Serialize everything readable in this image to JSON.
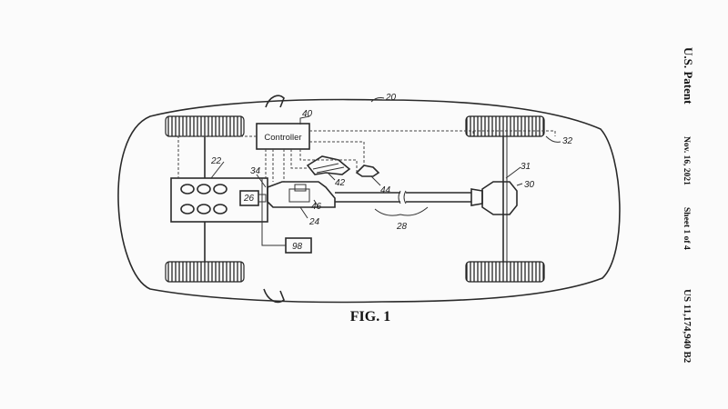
{
  "figure_label": "FIG. 1",
  "header": {
    "left": "U.S. Patent",
    "date": "Nov. 16, 2021",
    "sheet": "Sheet 1 of 4",
    "number": "US 11,174,940 B2"
  },
  "controller_label": "Controller",
  "refs": {
    "r20": "20",
    "r40": "40",
    "r32": "32",
    "r22": "22",
    "r34": "34",
    "r26": "26",
    "r42": "42",
    "r44": "44",
    "r46": "46",
    "r24": "24",
    "r28": "28",
    "r31": "31",
    "r30": "30",
    "r98": "98"
  }
}
